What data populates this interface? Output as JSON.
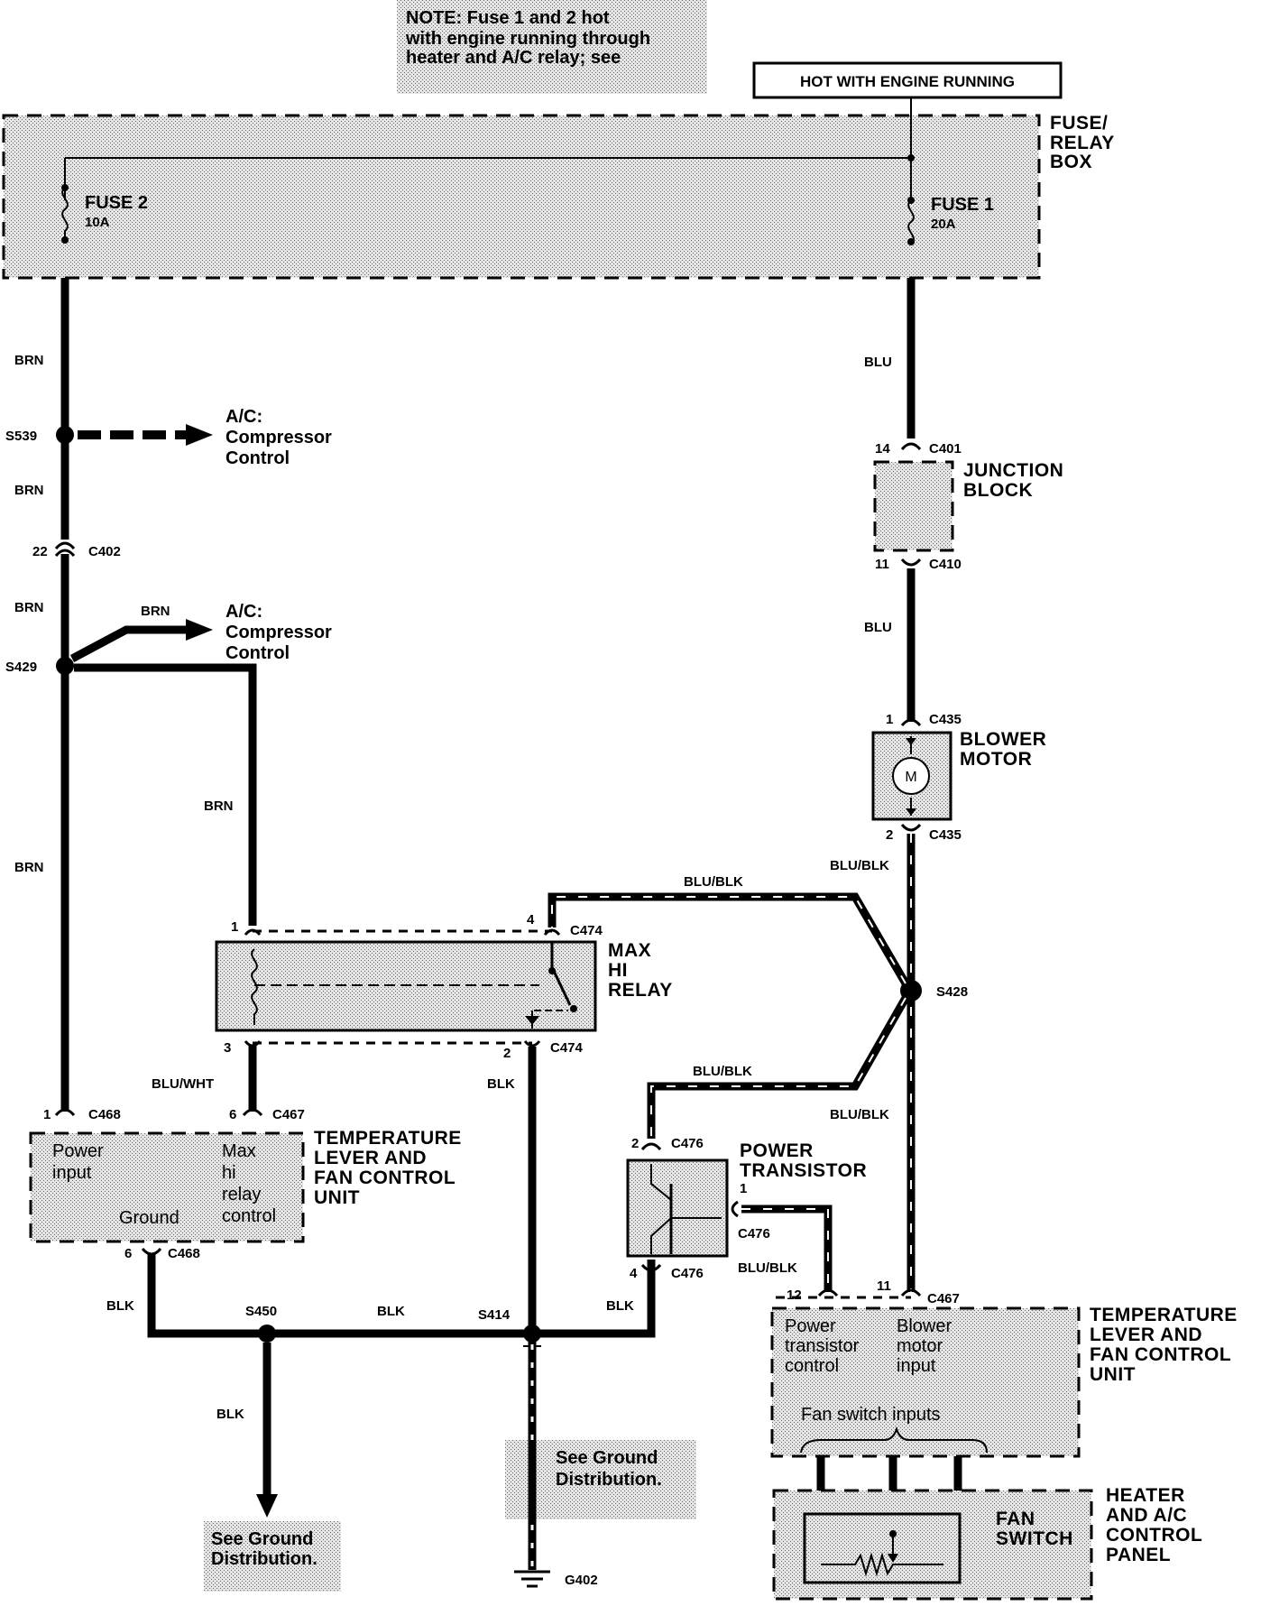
{
  "note": {
    "line1": "NOTE: Fuse 1 and 2 hot",
    "line2": "with engine running through",
    "line3": "heater and A/C relay; see"
  },
  "hot_label": "HOT WITH ENGINE RUNNING",
  "fuse_box": {
    "line1": "FUSE/",
    "line2": "RELAY",
    "line3": "BOX"
  },
  "fuse2": {
    "name": "FUSE 2",
    "rating": "10A"
  },
  "fuse1": {
    "name": "FUSE 1",
    "rating": "20A"
  },
  "wires": {
    "brn": "BRN",
    "blu": "BLU",
    "blu_blk": "BLU/BLK",
    "blu_wht": "BLU/WHT",
    "blk": "BLK"
  },
  "splices": {
    "s539": "S539",
    "s429": "S429",
    "s428": "S428",
    "s450": "S450",
    "s414": "S414",
    "g402": "G402"
  },
  "connectors": {
    "c401": "C401",
    "c410": "C410",
    "c402": "C402",
    "c435": "C435",
    "c474": "C474",
    "c468": "C468",
    "c467": "C467",
    "c476": "C476"
  },
  "pins": {
    "p14": "14",
    "p11": "11",
    "p22": "22",
    "p1": "1",
    "p2": "2",
    "p3": "3",
    "p4": "4",
    "p6": "6",
    "p12": "12"
  },
  "ac_control": {
    "line1": "A/C:",
    "line2": "Compressor",
    "line3": "Control"
  },
  "junction_block": {
    "line1": "JUNCTION",
    "line2": "BLOCK"
  },
  "blower_motor": {
    "line1": "BLOWER",
    "line2": "MOTOR",
    "symbol": "M"
  },
  "max_hi_relay": {
    "line1": "MAX",
    "line2": "HI",
    "line3": "RELAY"
  },
  "power_transistor": {
    "line1": "POWER",
    "line2": "TRANSISTOR"
  },
  "temp_unit": {
    "line1": "TEMPERATURE",
    "line2": "LEVER AND",
    "line3": "FAN CONTROL",
    "line4": "UNIT"
  },
  "left_unit_inner": {
    "power": "Power",
    "input": "input",
    "ground": "Ground",
    "max": "Max",
    "hi": "hi",
    "relay": "relay",
    "control": "control"
  },
  "right_unit_inner": {
    "power": "Power",
    "transistor": "transistor",
    "control": "control",
    "blower": "Blower",
    "motor": "motor",
    "input": "input",
    "fan_inputs": "Fan switch inputs"
  },
  "fan_switch": {
    "line1": "FAN",
    "line2": "SWITCH"
  },
  "heater_panel": {
    "line1": "HEATER",
    "line2": "AND A/C",
    "line3": "CONTROL",
    "line4": "PANEL"
  },
  "ground_dist": {
    "line1": "See Ground",
    "line2": "Distribution."
  }
}
